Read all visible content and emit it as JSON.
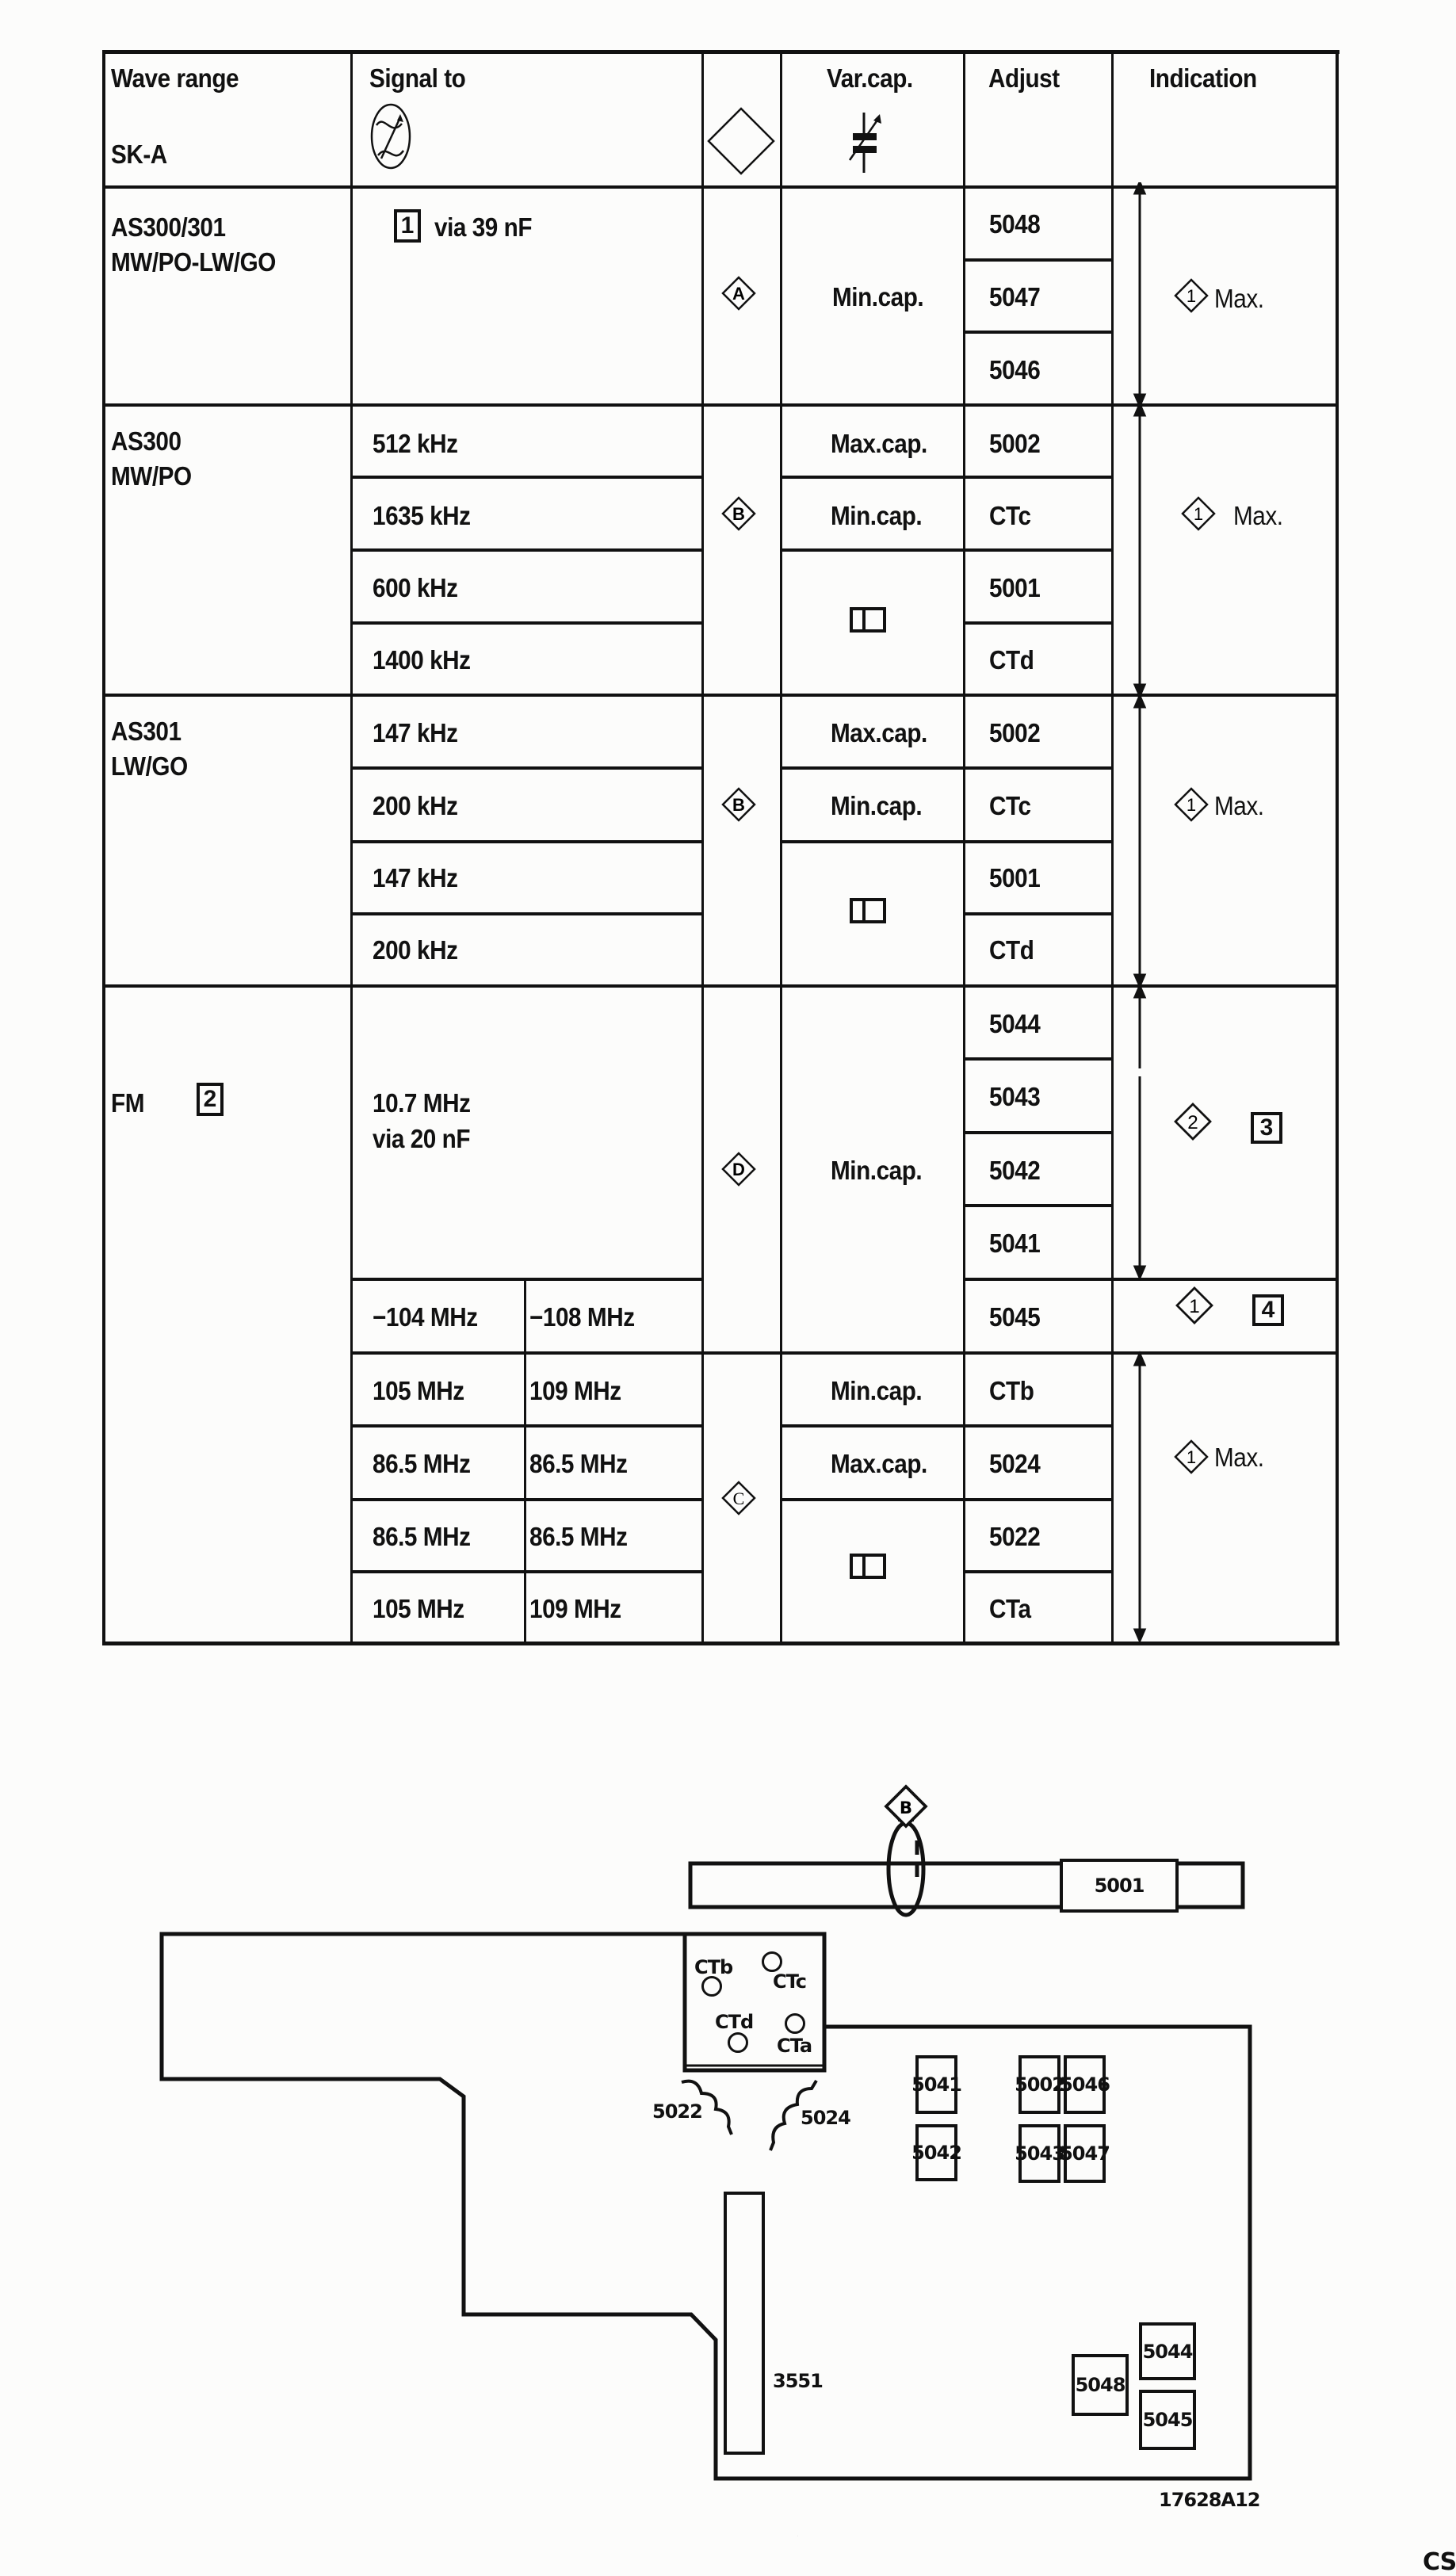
{
  "header": {
    "wave_range": "Wave range",
    "sk": "SK-A",
    "signal_to": "Signal to",
    "signal_icon": "rf-generator-icon",
    "point_icon": "measuring-point-diamond-icon",
    "var_cap": "Var.cap.",
    "var_cap_icon": "variable-capacitor-icon",
    "adjust": "Adjust",
    "indication": "Indication"
  },
  "sections": [
    {
      "range": [
        "AS300/301",
        "MW/PO-LW/GO"
      ],
      "signal_note_num": "1",
      "signal": "via 39 nF",
      "point": "A",
      "varcap": [
        "Min.cap."
      ],
      "adjust": [
        "5048",
        "5047",
        "5046"
      ],
      "indication": {
        "num": "1",
        "text": "Max."
      }
    },
    {
      "range": [
        "AS300",
        "MW/PO"
      ],
      "signals": [
        "512 kHz",
        "1635 kHz",
        "600 kHz",
        "1400 kHz"
      ],
      "point": "B",
      "varcap": [
        "Max.cap.",
        "Min.cap."
      ],
      "varcap_icon": "scale-pointer-icon",
      "adjust": [
        "5002",
        "CTc",
        "5001",
        "CTd"
      ],
      "indication": {
        "num": "1",
        "text": "Max."
      }
    },
    {
      "range": [
        "AS301",
        "LW/GO"
      ],
      "signals": [
        "147 kHz",
        "200 kHz",
        "147 kHz",
        "200 kHz"
      ],
      "point": "B",
      "varcap": [
        "Max.cap.",
        "Min.cap."
      ],
      "varcap_icon": "scale-pointer-icon",
      "adjust": [
        "5002",
        "CTc",
        "5001",
        "CTd"
      ],
      "indication": {
        "num": "1",
        "text": "Max."
      }
    },
    {
      "range": [
        "FM"
      ],
      "range_note_num": "2",
      "signal": [
        "10.7 MHz",
        "via 20 nF"
      ],
      "signal_split": [
        "−104 MHz",
        "−108 MHz"
      ],
      "point": "D",
      "varcap": [
        "Min.cap."
      ],
      "adjust": [
        "5044",
        "5043",
        "5042",
        "5041",
        "5045"
      ],
      "indication": {
        "num": "2",
        "note": "3"
      },
      "indication2": {
        "num": "1",
        "note": "4"
      }
    },
    {
      "signals_a": [
        "105 MHz",
        "86.5 MHz",
        "86.5 MHz",
        "105 MHz"
      ],
      "signals_b": [
        "109 MHz",
        "86.5 MHz",
        "86.5 MHz",
        "109 MHz"
      ],
      "point": "C",
      "varcap": [
        "Min.cap.",
        "Max.cap."
      ],
      "varcap_icon": "scale-pointer-icon",
      "adjust": [
        "CTb",
        "5024",
        "5022",
        "CTa"
      ],
      "indication": {
        "num": "1",
        "text": "Max."
      }
    }
  ],
  "diagram": {
    "point_label": "B",
    "rod_coil": "5001",
    "trimmers": [
      "CTb",
      "CTc",
      "CTd",
      "CTa"
    ],
    "coils_loose": [
      "5022",
      "5024"
    ],
    "coils": [
      "5041",
      "5042",
      "5002",
      "5046",
      "5043",
      "5047",
      "5044",
      "5048",
      "5045"
    ],
    "potentiometer": "3551",
    "figure_id": "17628A12"
  },
  "page_marker": "CS"
}
